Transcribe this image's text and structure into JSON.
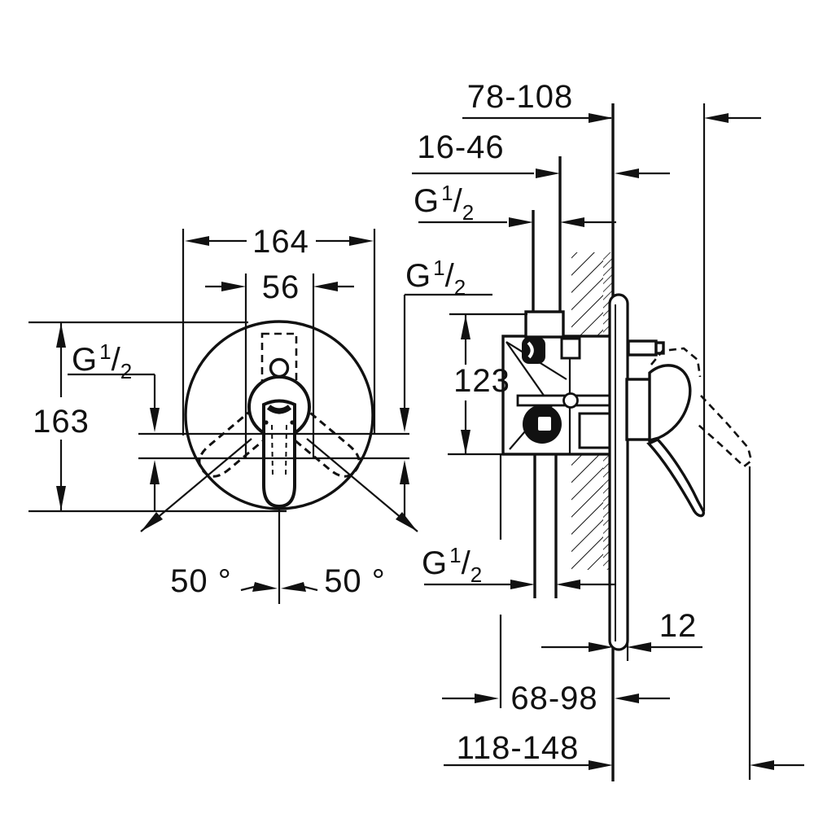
{
  "drawing": {
    "type": "technical-dimension-drawing",
    "ink_color": "#111111",
    "background_color": "#ffffff",
    "labels": {
      "d78": "78-108",
      "d16": "16-46",
      "d164": "164",
      "d56": "56",
      "d163": "163",
      "d123": "123",
      "d50": "50 °",
      "d12": "12",
      "d68": "68-98",
      "d118": "118-148",
      "thread_g": "G",
      "thread_num": "1",
      "thread_slash": "/",
      "thread_den": "2"
    }
  }
}
